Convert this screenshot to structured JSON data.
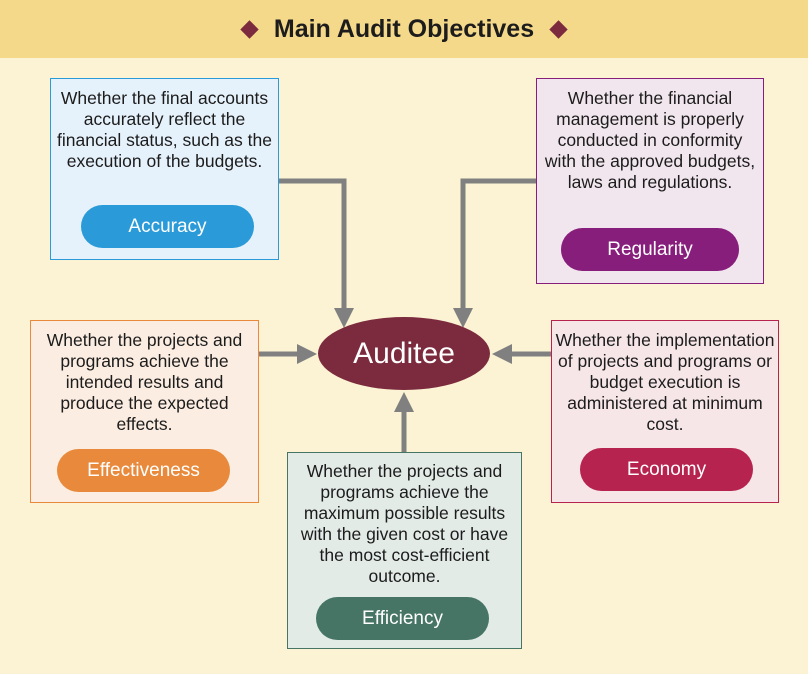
{
  "header": {
    "title": "Main Audit Objectives"
  },
  "center": {
    "label": "Auditee"
  },
  "objectives": {
    "accuracy": {
      "label": "Accuracy",
      "description": "Whether the final accounts accurately reflect the financial status, such as the execution of the budgets."
    },
    "regularity": {
      "label": "Regularity",
      "description": "Whether the financial management is properly conducted in conformity with the approved budgets, laws and regulations."
    },
    "effectiveness": {
      "label": "Effectiveness",
      "description": "Whether the projects and programs achieve the intended results and produce the expected effects."
    },
    "economy": {
      "label": "Economy",
      "description": "Whether the implementation of projects and programs or budget execution is administered at minimum cost."
    },
    "efficiency": {
      "label": "Efficiency",
      "description": "Whether the projects and programs achieve the maximum possible results with the given cost or have the most cost-efficient outcome."
    }
  },
  "colors": {
    "header_bg": "#f5d98a",
    "page_bg": "#fcf3d4",
    "auditee": "#7b2b3d",
    "connector": "#808080",
    "accuracy": "#2a9bd8",
    "regularity": "#881e7c",
    "effectiveness": "#e8893c",
    "economy": "#b7234f",
    "efficiency": "#467566"
  }
}
